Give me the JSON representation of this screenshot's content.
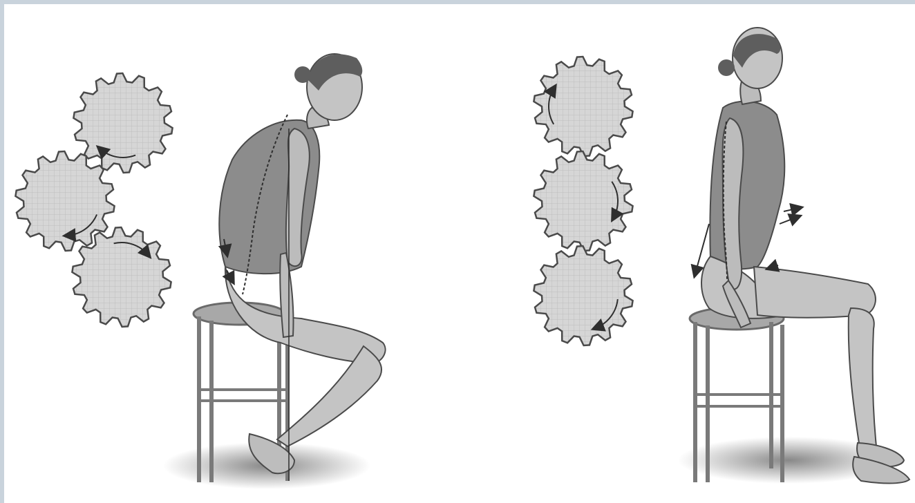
{
  "figure": {
    "panels": [
      {
        "id": "slouched",
        "posture": "slouched-seated",
        "gear_arrangement": "triangle-cluster",
        "gear_count": 3,
        "gear_rotation_arrows": 3
      },
      {
        "id": "upright",
        "posture": "upright-seated",
        "gear_arrangement": "vertical-stack",
        "gear_count": 3,
        "gear_rotation_arrows": 3
      }
    ],
    "colors": {
      "background_border": "#c9d3dc",
      "canvas": "#ffffff",
      "gear_fill": "#d6d6d6",
      "gear_stroke": "#4a4a4a",
      "figure_fill": "#8c8c8c",
      "figure_dark": "#5e5e5e",
      "skin": "#c4c4c4",
      "stool": "#9a9a9a",
      "shadow": "#6f6f6f",
      "arrow": "#2e2e2e"
    },
    "icons": [
      "gear-icon",
      "rotation-arrow-icon",
      "spine-line",
      "stool"
    ]
  }
}
